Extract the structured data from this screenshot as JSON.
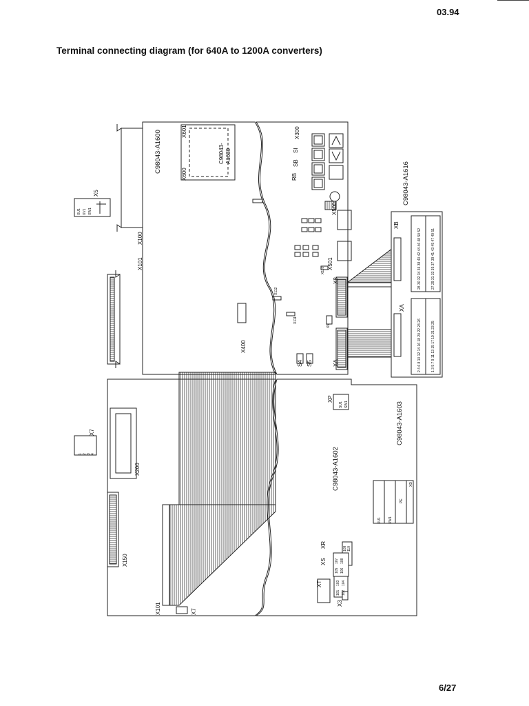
{
  "header": {
    "date": "03.94"
  },
  "title": "Terminal connecting diagram (for 640A to 1200A converters)",
  "footer": {
    "page": "6/27"
  },
  "boards": {
    "a1600": "C98043-A1600",
    "a1630_line1": "C98043-",
    "a1630_line2": "A1630",
    "a1616": "C98043-A1616",
    "a1602": "C98043-A1602",
    "a1603": "C98043-A1603"
  },
  "connectors": {
    "x5": "X5",
    "x100": "X100",
    "x101": "X101",
    "x300": "X300",
    "x600": "X600",
    "x601": "X601",
    "x400": "X400",
    "x500": "X500",
    "x501": "X501",
    "x8": "X8",
    "xa": "XA",
    "xb": "XB",
    "x7": "X7",
    "x200": "X200",
    "x150": "X150",
    "x101b": "X101",
    "x7b": "X7",
    "xp": "XP",
    "xt": "XT",
    "xs": "XS",
    "xr": "XR",
    "x3": "X3",
    "x9": "X9",
    "x110": "X110",
    "x111": "X111",
    "x112": "X112"
  },
  "switches": {
    "s4": "S4",
    "s5": "S5"
  },
  "display_keys": [
    "RB",
    "SB",
    "SI"
  ],
  "pins": {
    "x7_pins": [
      "1",
      "2",
      "3",
      "4"
    ],
    "x5_pins": [
      "XU1",
      "XV1",
      "XW1"
    ],
    "xp_pins": [
      "SU1",
      "SW1"
    ],
    "bottom_terms": [
      "XU1",
      "XW1",
      "PE",
      "XD"
    ],
    "xt": [
      "101",
      "102",
      "103",
      "104"
    ],
    "xs": [
      "105",
      "106",
      "107",
      "108"
    ],
    "xr": [
      "109",
      "110"
    ],
    "xb_row1": "28 30 32 34 36 38 40 42 44 46 48 50 52",
    "xb_row2": "27 29 31 33 35 37 39 41 43 45 47 49 51",
    "xa_row1": "2 4 6 8 10 12 14 16 18 20 22 24 26",
    "xa_row2": "1 3 5 7 9 11 13 15 17 19 21 23 25"
  }
}
